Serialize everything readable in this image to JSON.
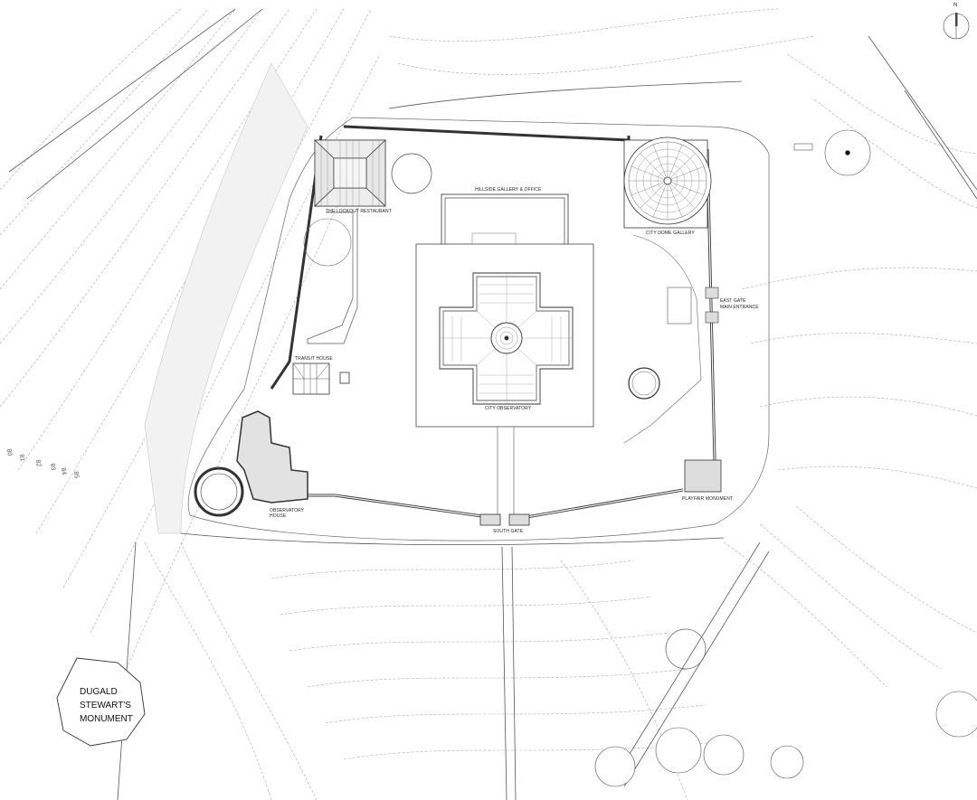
{
  "drawing": {
    "type": "site-plan",
    "north_arrow": {
      "label": "N"
    },
    "buildings": [
      {
        "id": "lookout",
        "label": "THE LOOKOUT RESTAURANT"
      },
      {
        "id": "hillside",
        "label": "HILLSIDE GALLERY & OFFICE"
      },
      {
        "id": "dome",
        "label": "CITY DOME GALLERY"
      },
      {
        "id": "eastgate",
        "label_line1": "EAST GATE",
        "label_line2": "MAIN ENTRANCE"
      },
      {
        "id": "transit",
        "label": "TRANSIT HOUSE"
      },
      {
        "id": "observatory",
        "label": "CITY OBSERVATORY"
      },
      {
        "id": "obshouse",
        "label_line1": "OBSERVATORY",
        "label_line2": "HOUSE"
      },
      {
        "id": "southgate",
        "label": "SOUTH GATE"
      },
      {
        "id": "playfair",
        "label": "PLAYFAIR MONUMENT"
      }
    ],
    "monument": {
      "line1": "DUGALD",
      "line2": "STEWART'S",
      "line3": "MONUMENT"
    },
    "contours": [
      "80",
      "81",
      "82",
      "83",
      "84",
      "85"
    ],
    "colors": {
      "line": "#333333",
      "wall_fill": "#d9d9d9",
      "contour": "#9a9a9a",
      "background": "#ffffff"
    }
  }
}
